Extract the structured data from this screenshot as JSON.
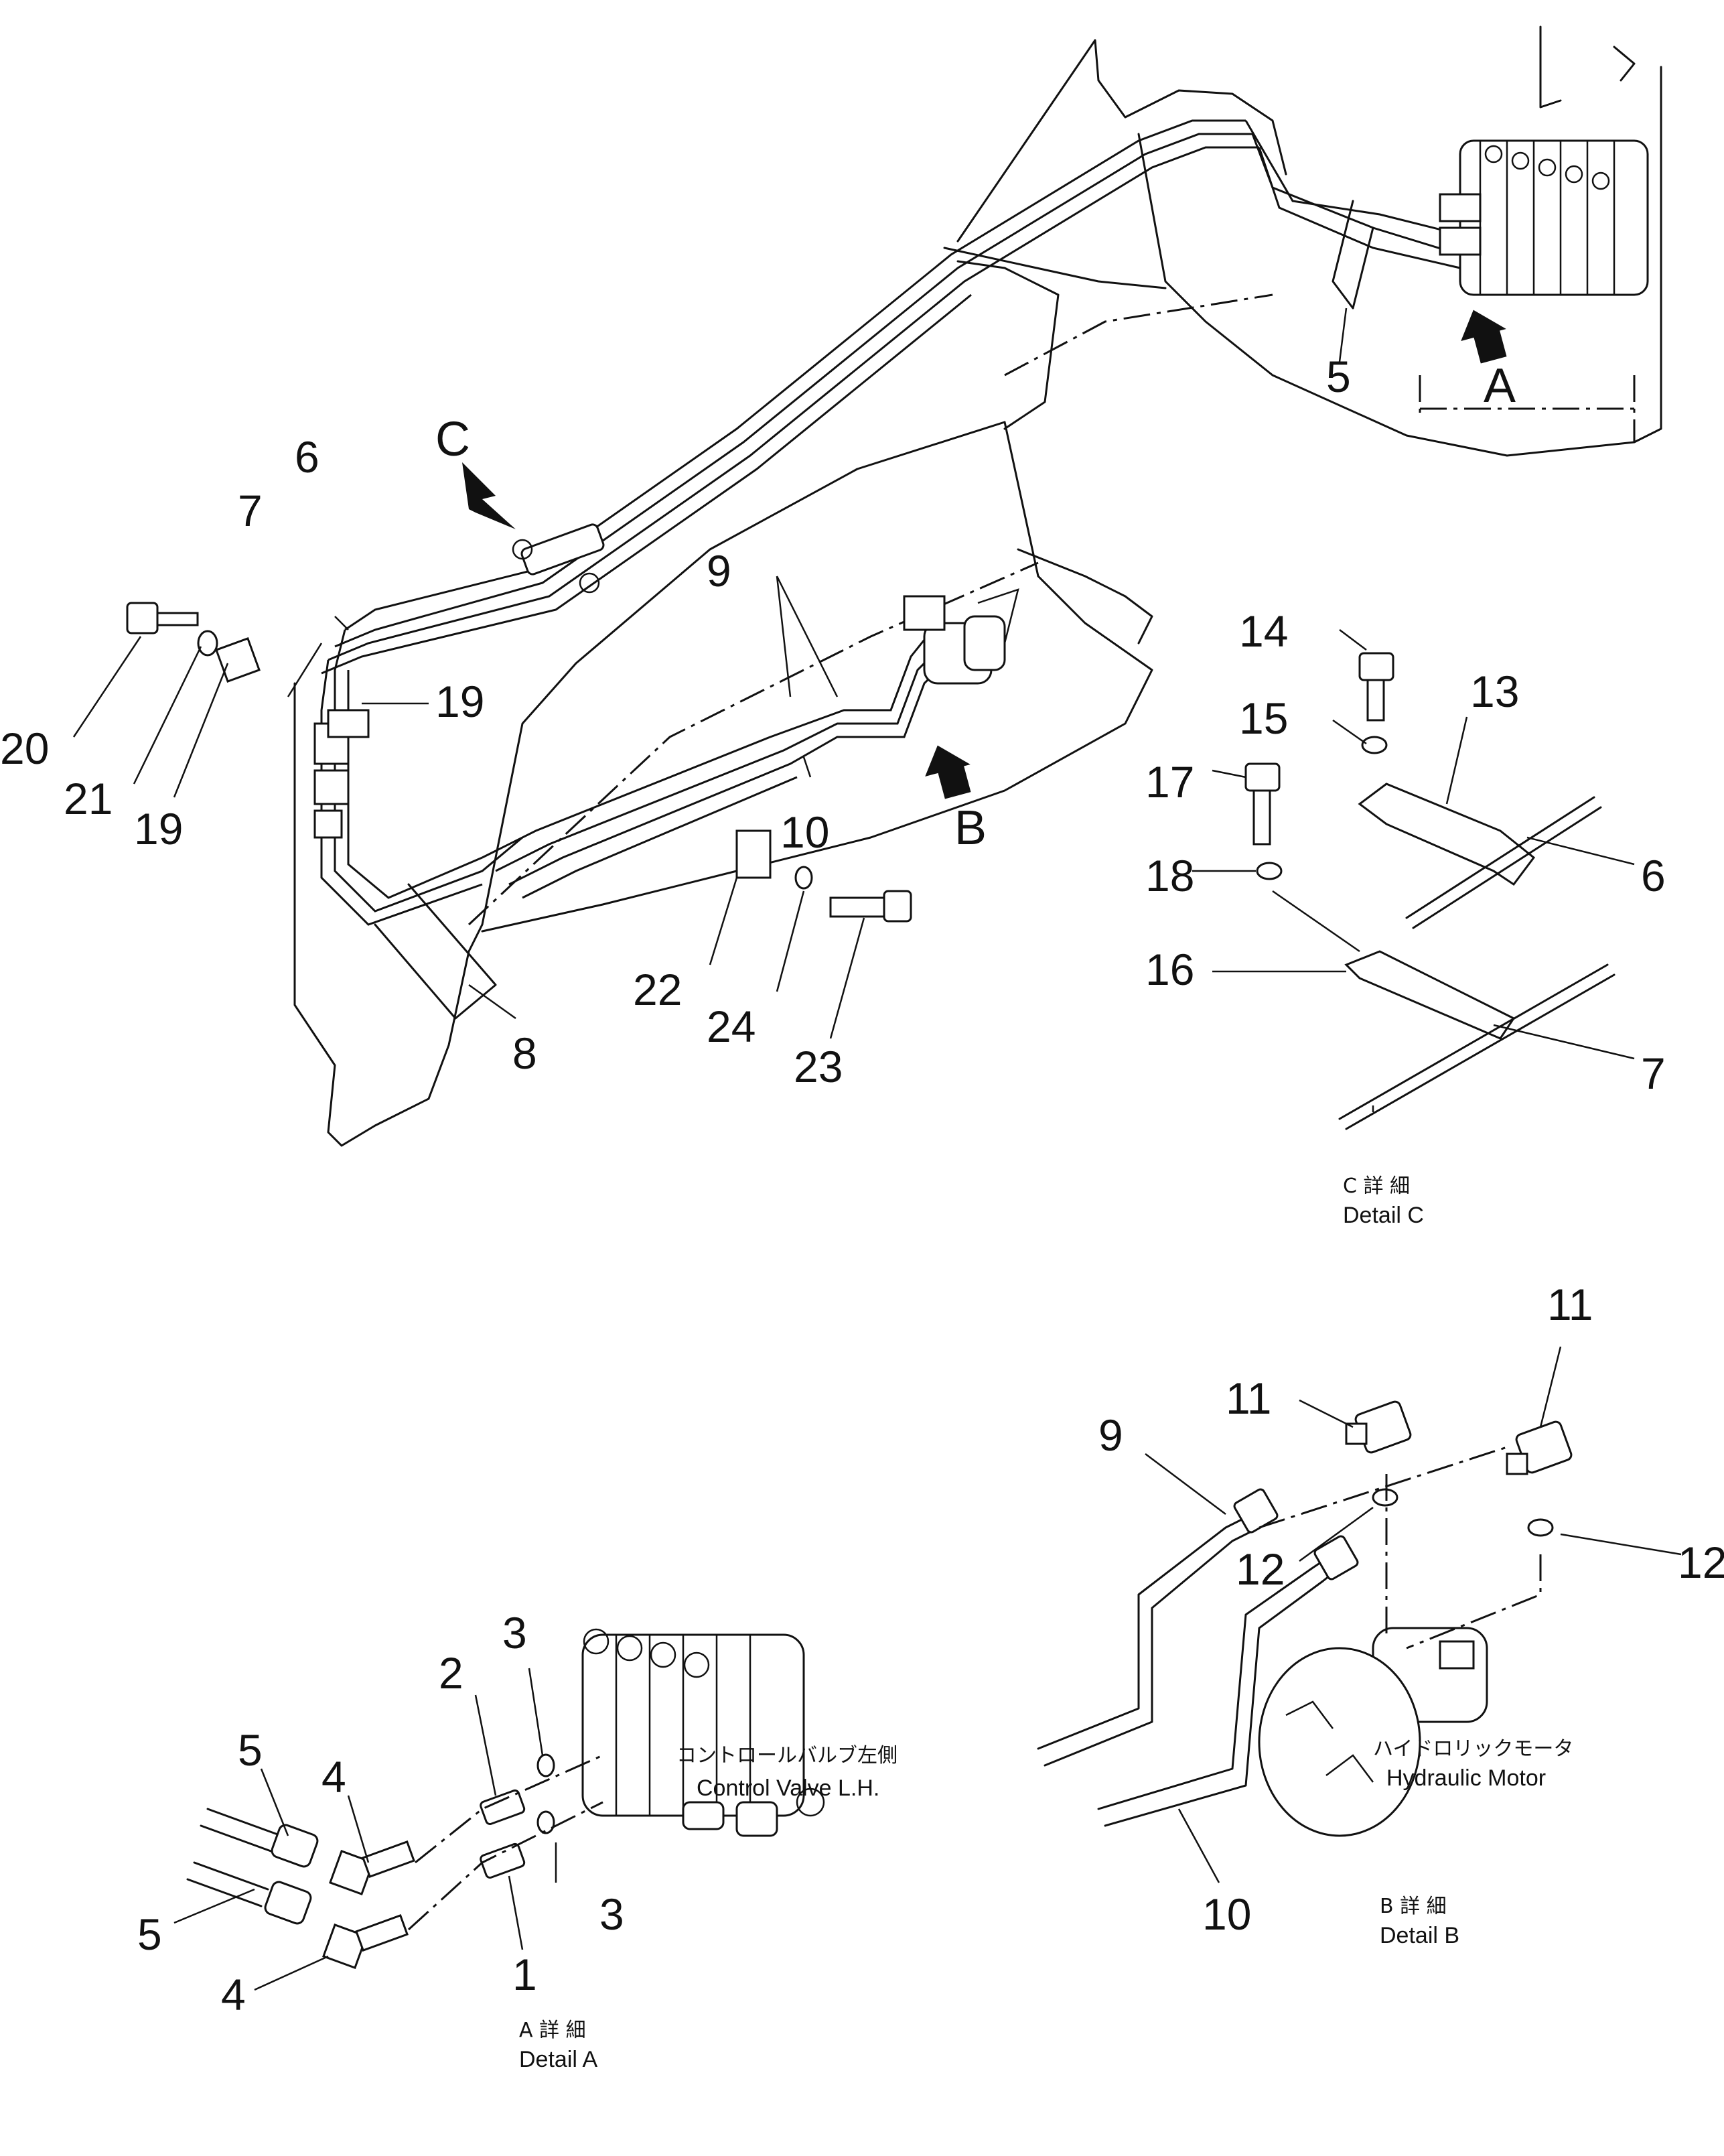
{
  "callouts": {
    "n1": "1",
    "n2": "2",
    "n3a": "3",
    "n3b": "3",
    "n4a": "4",
    "n4b": "4",
    "n5top": "5",
    "n5a": "5",
    "n5b": "5",
    "n6a": "6",
    "n6b": "6",
    "n7a": "7",
    "n7b": "7",
    "n8": "8",
    "n9a": "9",
    "n9b": "9",
    "n10a": "10",
    "n10b": "10",
    "n11a": "11",
    "n11b": "11",
    "n12a": "12",
    "n12b": "12",
    "n13": "13",
    "n14": "14",
    "n15": "15",
    "n16": "16",
    "n17": "17",
    "n18": "18",
    "n19a": "19",
    "n19b": "19",
    "n20": "20",
    "n21": "21",
    "n22": "22",
    "n23": "23",
    "n24": "24"
  },
  "view_letters": {
    "a": "A",
    "b": "B",
    "c": "C"
  },
  "details": {
    "detail_a_jp": "A 詳 細",
    "detail_a_en": "Detail A",
    "detail_b_jp": "B 詳 細",
    "detail_b_en": "Detail B",
    "detail_c_jp": "C 詳 細",
    "detail_c_en": "Detail C"
  },
  "labels": {
    "control_valve_jp": "コントロールバルブ左側",
    "control_valve_en": "Control Valve L.H.",
    "hyd_motor_jp": "ハイドロリックモータ",
    "hyd_motor_en": "Hydraulic Motor"
  }
}
